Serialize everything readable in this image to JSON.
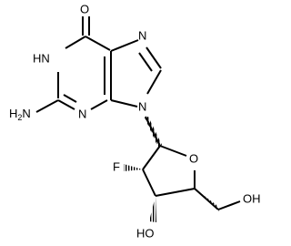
{
  "atoms": {
    "O": "O",
    "HN": "HN",
    "H2N": "H",
    "H2N_sub": "2",
    "H2N_N": "N",
    "N3": "N",
    "N7": "N",
    "N9": "N",
    "O_ring": "O",
    "F": "F",
    "HO_3": "HO",
    "OH_5": "OH"
  },
  "colors": {
    "bond": "#000000",
    "text": "#000000",
    "background": "#ffffff"
  }
}
